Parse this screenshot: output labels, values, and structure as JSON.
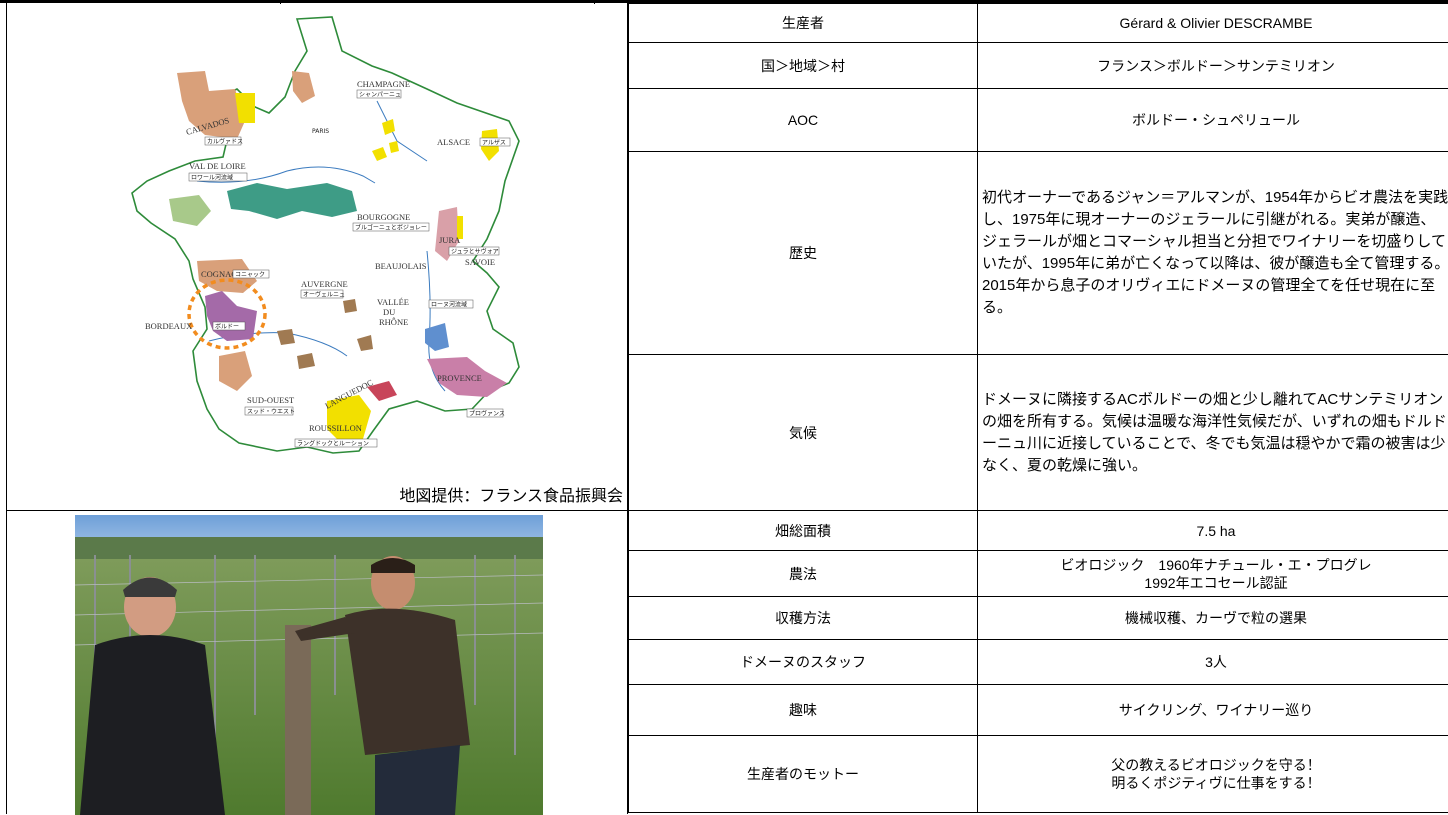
{
  "map": {
    "credit": "地図提供：フランス食品振興会",
    "labels": {
      "champagne": "CHAMPAGNE",
      "champagne_ja": "シャンパーニュ",
      "calvados": "CALVADOS",
      "calvados_ja": "カルヴァドス",
      "paris": "PARIS",
      "alsace": "ALSACE",
      "alsace_ja": "アルザス",
      "val_de_loire": "VAL DE LOIRE",
      "val_de_loire_ja": "ロワール河流域",
      "bourgogne": "BOURGOGNE",
      "bourgogne_ja": "ブルゴーニュとボジョレー",
      "jura": "JURA",
      "jura_ja": "ジュラとサヴォア",
      "savoie": "SAVOIE",
      "beaujolais": "BEAUJOLAIS",
      "cognac": "COGNAC",
      "cognac_ja": "コニャック",
      "auvergne": "AUVERGNE",
      "auvergne_ja": "オーヴェルニュ",
      "vallee": "VALLÉE",
      "du": "DU",
      "rhone": "RHÔNE",
      "rhone_ja": "ローヌ河流域",
      "bordeaux": "BORDEAUX",
      "bordeaux_ja": "ボルドー",
      "languedoc": "LANGUEDOC",
      "provence": "PROVENCE",
      "provence_ja": "プロヴァンス",
      "sud_ouest": "SUD-OUEST",
      "sud_ouest_ja": "スッド・ウエスト",
      "roussillon": "ROUSSILLON",
      "roussillon_ja": "ラングドックとルーション"
    }
  },
  "rows": [
    {
      "label": "生産者",
      "value": "Gérard & Olivier DESCRAMBE"
    },
    {
      "label": "国＞地域＞村",
      "value": "フランス＞ボルドー＞サンテミリオン"
    },
    {
      "label": "AOC",
      "value": "ボルドー・シュペリュール"
    },
    {
      "label": "歴史",
      "value": "初代オーナーであるジャン＝アルマンが、1954年からビオ農法を実践し、1975年に現オーナーのジェラールに引継がれる。実弟が醸造、ジェラールが畑とコマーシャル担当と分担でワイナリーを切盛りしていたが、1995年に弟が亡くなって以降は、彼が醸造も全て管理する。2015年から息子のオリヴィエにドメーヌの管理全てを任せ現在に至る。"
    },
    {
      "label": "気候",
      "value": "ドメーヌに隣接するACボルドーの畑と少し離れてACサンテミリオンの畑を所有する。気候は温暖な海洋性気候だが、いずれの畑もドルドーニュ川に近接していることで、冬でも気温は穏やかで霜の被害は少なく、夏の乾燥に強い。"
    },
    {
      "label": "畑総面積",
      "value": "7.5 ha"
    },
    {
      "label": "農法",
      "value": "ビオロジック　1960年ナチュール・エ・プログレ\n1992年エコセール認証"
    },
    {
      "label": "収穫方法",
      "value": "機械収穫、カーヴで粒の選果"
    },
    {
      "label": "ドメーヌのスタッフ",
      "value": "3人"
    },
    {
      "label": "趣味",
      "value": "サイクリング、ワイナリー巡り"
    },
    {
      "label": "生産者のモットー",
      "value": "父の教えるビオロジックを守る！\n明るくポジティヴに仕事をする！"
    }
  ],
  "colors": {
    "border": "#000000",
    "map_outline": "#2e8b3a",
    "calvados": "#d9a07a",
    "yellow": "#f2e000",
    "teal": "#3e9c86",
    "light_green": "#a8c98a",
    "bordeaux": "#a46aa8",
    "brown": "#a07a52",
    "pink": "#c97fa8",
    "blue": "#5f8fcf",
    "red": "#c8455a",
    "circle": "#f28c1e"
  }
}
